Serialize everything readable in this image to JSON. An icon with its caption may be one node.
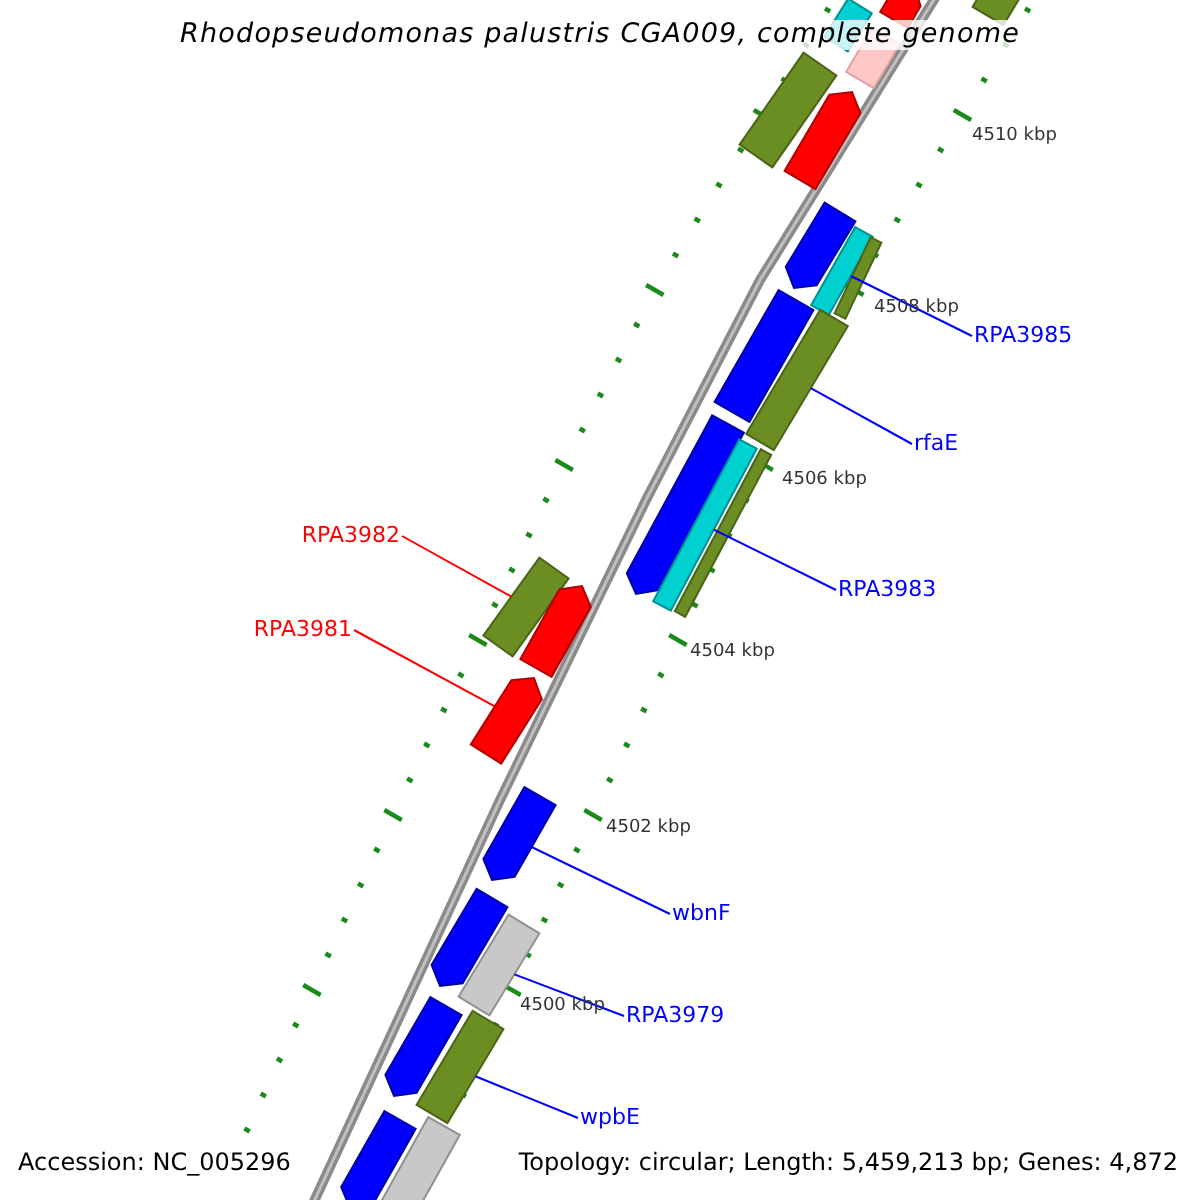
{
  "diagram": {
    "title": "Rhodopseudomonas palustris CGA009, complete genome",
    "nodes": [
      {
        "text": [
          "RPA3985"
        ]
      },
      {
        "text": [
          "rfaE"
        ]
      },
      {
        "text": [
          "RPA3982"
        ]
      },
      {
        "text": [
          "RPA3983"
        ]
      },
      {
        "text": [
          "RPA3981"
        ]
      },
      {
        "text": [
          "wbnF"
        ]
      },
      {
        "text": [
          "RPA3979"
        ]
      },
      {
        "text": [
          "wpbE"
        ]
      },
      {
        "text": [],
        "shape": "bar"
      },
      {
        "text": [],
        "shape": "arrow"
      },
      {
        "text": [],
        "shape": "bar"
      },
      {
        "text": [],
        "shape": "bar"
      },
      {
        "text": [],
        "shape": "bar"
      },
      {
        "text": [],
        "shape": "arrow"
      },
      {
        "text": [],
        "shape": "arrow"
      },
      {
        "text": [],
        "shape": "bar"
      },
      {
        "text": [],
        "shape": "bar"
      },
      {
        "text": [],
        "shape": "bar"
      },
      {
        "text": [],
        "shape": "bar"
      },
      {
        "text": [],
        "shape": "arrow"
      },
      {
        "text": [],
        "shape": "bar"
      },
      {
        "text": [],
        "shape": "bar"
      },
      {
        "text": [],
        "shape": "bar"
      },
      {
        "text": [],
        "shape": "arrow"
      },
      {
        "text": [],
        "shape": "arrow"
      },
      {
        "text": [],
        "shape": "arrow"
      },
      {
        "text": [],
        "shape": "arrow"
      },
      {
        "text": [],
        "shape": "bar"
      },
      {
        "text": [],
        "shape": "arrow"
      },
      {
        "text": [],
        "shape": "bar"
      },
      {
        "text": [],
        "shape": "arrow"
      },
      {
        "text": [],
        "shape": "bar"
      }
    ],
    "edges": [
      {
        "from": 0,
        "to": 15,
        "arrow": "none"
      },
      {
        "from": 1,
        "to": 18,
        "arrow": "none"
      },
      {
        "from": 2,
        "to": 22,
        "arrow": "none",
        "color": "#ff0000"
      },
      {
        "from": 3,
        "to": 20,
        "arrow": "none"
      },
      {
        "from": 4,
        "to": 24,
        "arrow": "none",
        "color": "#ff0000"
      },
      {
        "from": 5,
        "to": 25,
        "arrow": "none"
      },
      {
        "from": 6,
        "to": 27,
        "arrow": "none"
      },
      {
        "from": 7,
        "to": 29,
        "arrow": "none"
      }
    ],
    "labels": [
      "4510 kbp",
      "4508 kbp",
      "4506 kbp",
      "4504 kbp",
      "4502 kbp",
      "4500 kbp",
      "Accession: NC_005296",
      "Topology: circular; Length: 5,459,213 bp; Genes: 4,872"
    ]
  }
}
